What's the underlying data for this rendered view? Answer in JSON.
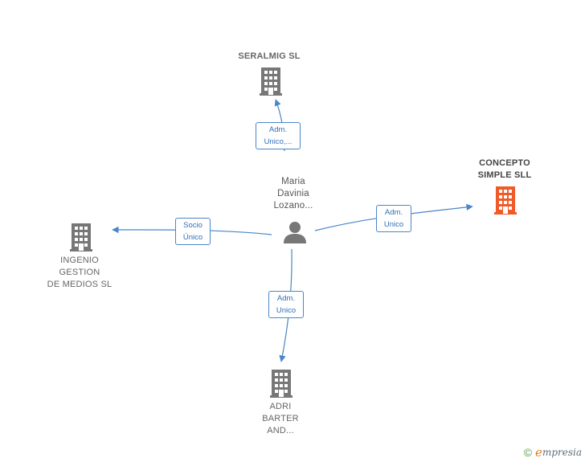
{
  "colors": {
    "edge": "#4a86c8",
    "building_gray": "#777777",
    "building_main": "#f05a28",
    "person": "#777777"
  },
  "center": {
    "name": "Maria\nDavinia\nLozano...",
    "icon": "person-icon"
  },
  "nodes": {
    "seralmig": {
      "name": "SERALMIG SL",
      "icon": "building-icon"
    },
    "concepto": {
      "name": "CONCEPTO\nSIMPLE  SLL",
      "icon": "building-icon"
    },
    "ingenio": {
      "name": "INGENIO\nGESTION\nDE MEDIOS SL",
      "icon": "building-icon"
    },
    "adri": {
      "name": "ADRI\nBARTER\nAND...",
      "icon": "building-icon"
    }
  },
  "relations": {
    "seralmig": "Adm.\nUnico,...",
    "concepto": "Adm.\nUnico",
    "ingenio": "Socio\nÚnico",
    "adri": "Adm.\nUnico"
  },
  "footer": {
    "copyright": "©",
    "brand_e": "e",
    "brand_rest": "mpresia"
  }
}
